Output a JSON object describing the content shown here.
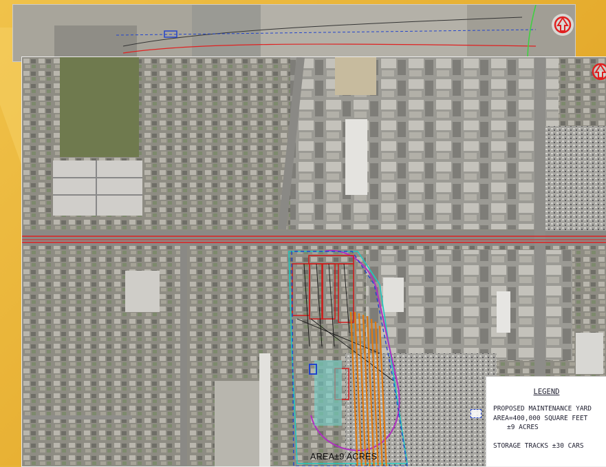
{
  "legend": {
    "title": "LEGEND",
    "items": [
      {
        "symbol": "dashed-blue-box",
        "line1": "PROPOSED MAINTENANCE YARD",
        "line2": "AREA=400,000 SQUARE FEET",
        "line3": "±9 ACRES"
      },
      {
        "symbol": "none",
        "line1": "STORAGE TRACKS ±30 CARS"
      }
    ]
  },
  "site": {
    "area_label": "AREA±9 ACRES"
  },
  "colors": {
    "slide_background": "#e7b53a",
    "corridor_line": "#e02020",
    "yard_boundary": "#2244cc",
    "storage_tracks": "#e07a10",
    "loop_track": "#b030c0",
    "support_area_outline": "#d01818",
    "site_outline": "#20c8c0"
  },
  "icons": {
    "north_arrow": "north-arrow-icon"
  }
}
